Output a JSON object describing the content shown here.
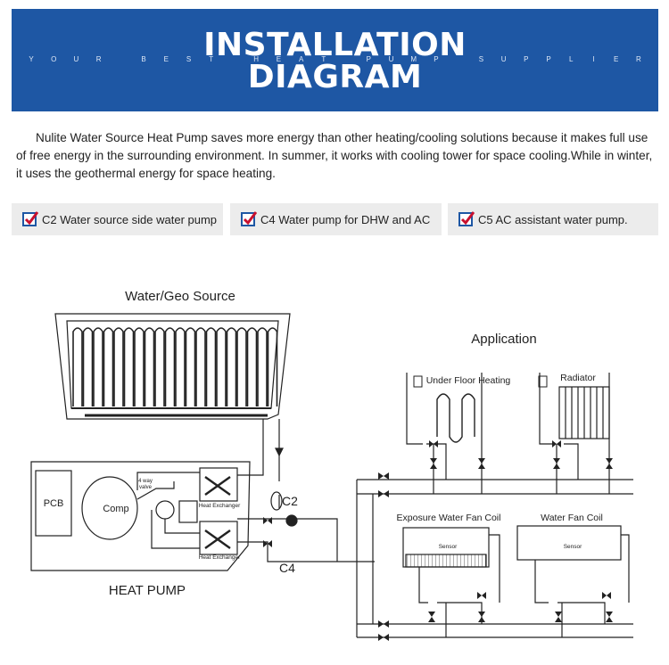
{
  "header": {
    "title_line1": "INSTALLATION",
    "title_line2": "DIAGRAM",
    "tagline": "YOUR BEST HEAT PUMP SUPPLIER"
  },
  "intro": "Nulite Water Source Heat Pump saves more energy than other heating/cooling solutions because it makes full use of free energy in the surrounding environment. In summer, it works with cooling tower for space cooling.While in winter, it uses the geothermal energy for space heating.",
  "features": [
    {
      "label": "C2 Water source side water pump"
    },
    {
      "label": "C4 Water pump for  DHW  and AC"
    },
    {
      "label": "C5  AC  assistant water pump."
    }
  ],
  "diagram": {
    "source_title": "Water/Geo Source",
    "application_title": "Application",
    "heat_pump_title": "HEAT PUMP",
    "pcb": "PCB",
    "comp": "Comp",
    "valve_line1": "4 way",
    "valve_line2": "valve",
    "hx_upper": "Heat Exchanger",
    "hx_lower": "Heat Exchanger",
    "c2": "C2",
    "c4": "C4",
    "underfloor": "Under Floor Heating",
    "radiator": "Radiator",
    "exposure_fan_coil": "Exposure Water Fan Coil",
    "fan_coil": "Water Fan Coil",
    "sensor1": "Sensor",
    "sensor2": "Sensor"
  },
  "colors": {
    "banner": "#1e57a4",
    "check": "#c8102e",
    "checkbox_border": "#1e57a4",
    "feature_bg": "#ececec"
  }
}
